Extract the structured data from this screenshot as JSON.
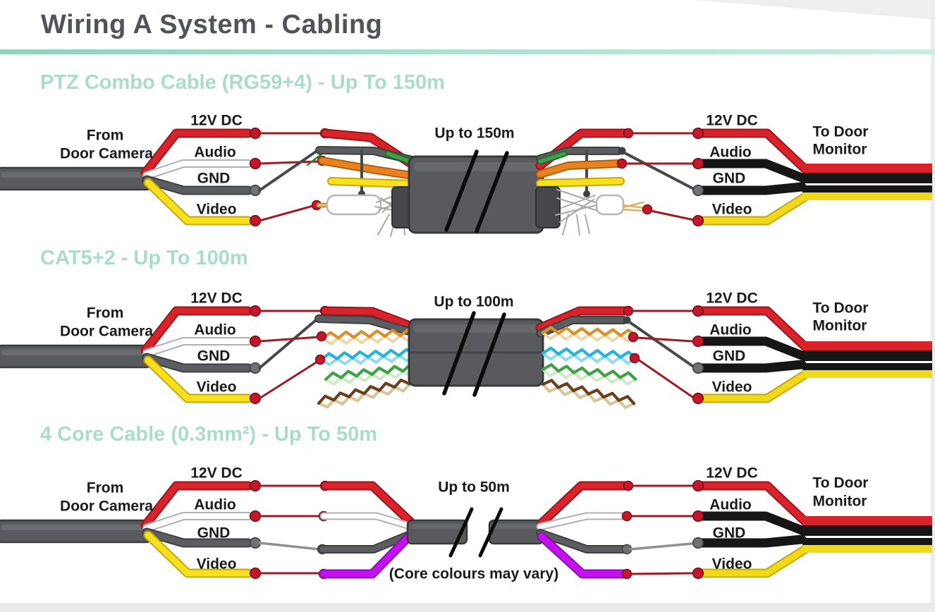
{
  "title": "Wiring A System - Cabling",
  "endpoints": {
    "from_top": "From",
    "from_bottom": "Door Camera",
    "to_top": "To Door",
    "to_bottom": "Monitor"
  },
  "sections": [
    {
      "heading": "PTZ Combo Cable (RG59+4) - Up To 150m",
      "distance": "Up to 150m",
      "wires": [
        "12V DC",
        "Audio",
        "GND",
        "Video"
      ]
    },
    {
      "heading": "CAT5+2 - Up To 100m",
      "distance": "Up to 100m",
      "wires": [
        "12V DC",
        "Audio",
        "GND",
        "Video"
      ]
    },
    {
      "heading": "4 Core Cable (0.3mm²) - Up To 50m",
      "distance": "Up to 50m",
      "note": "(Core colours may vary)",
      "wires": [
        "12V DC",
        "Audio",
        "GND",
        "Video"
      ]
    }
  ],
  "colors": {
    "accent_rule": "#9ed9c3",
    "heading": "#aadcca",
    "title": "#525358",
    "wire_red": "#d8232b",
    "wire_white": "#ffffff",
    "wire_gray": "#5c5d60",
    "wire_yellow": "#f7e11c",
    "wire_orange": "#e8821d",
    "wire_magenta": "#c411ee",
    "wire_black": "#161616",
    "cable_jacket": "#595a5d",
    "connector_dot": "#c5172a",
    "pair_orange": "#d9912c",
    "pair_blue": "#27b2d8",
    "pair_green": "#3fa148",
    "pair_brown": "#6b3f1c"
  }
}
